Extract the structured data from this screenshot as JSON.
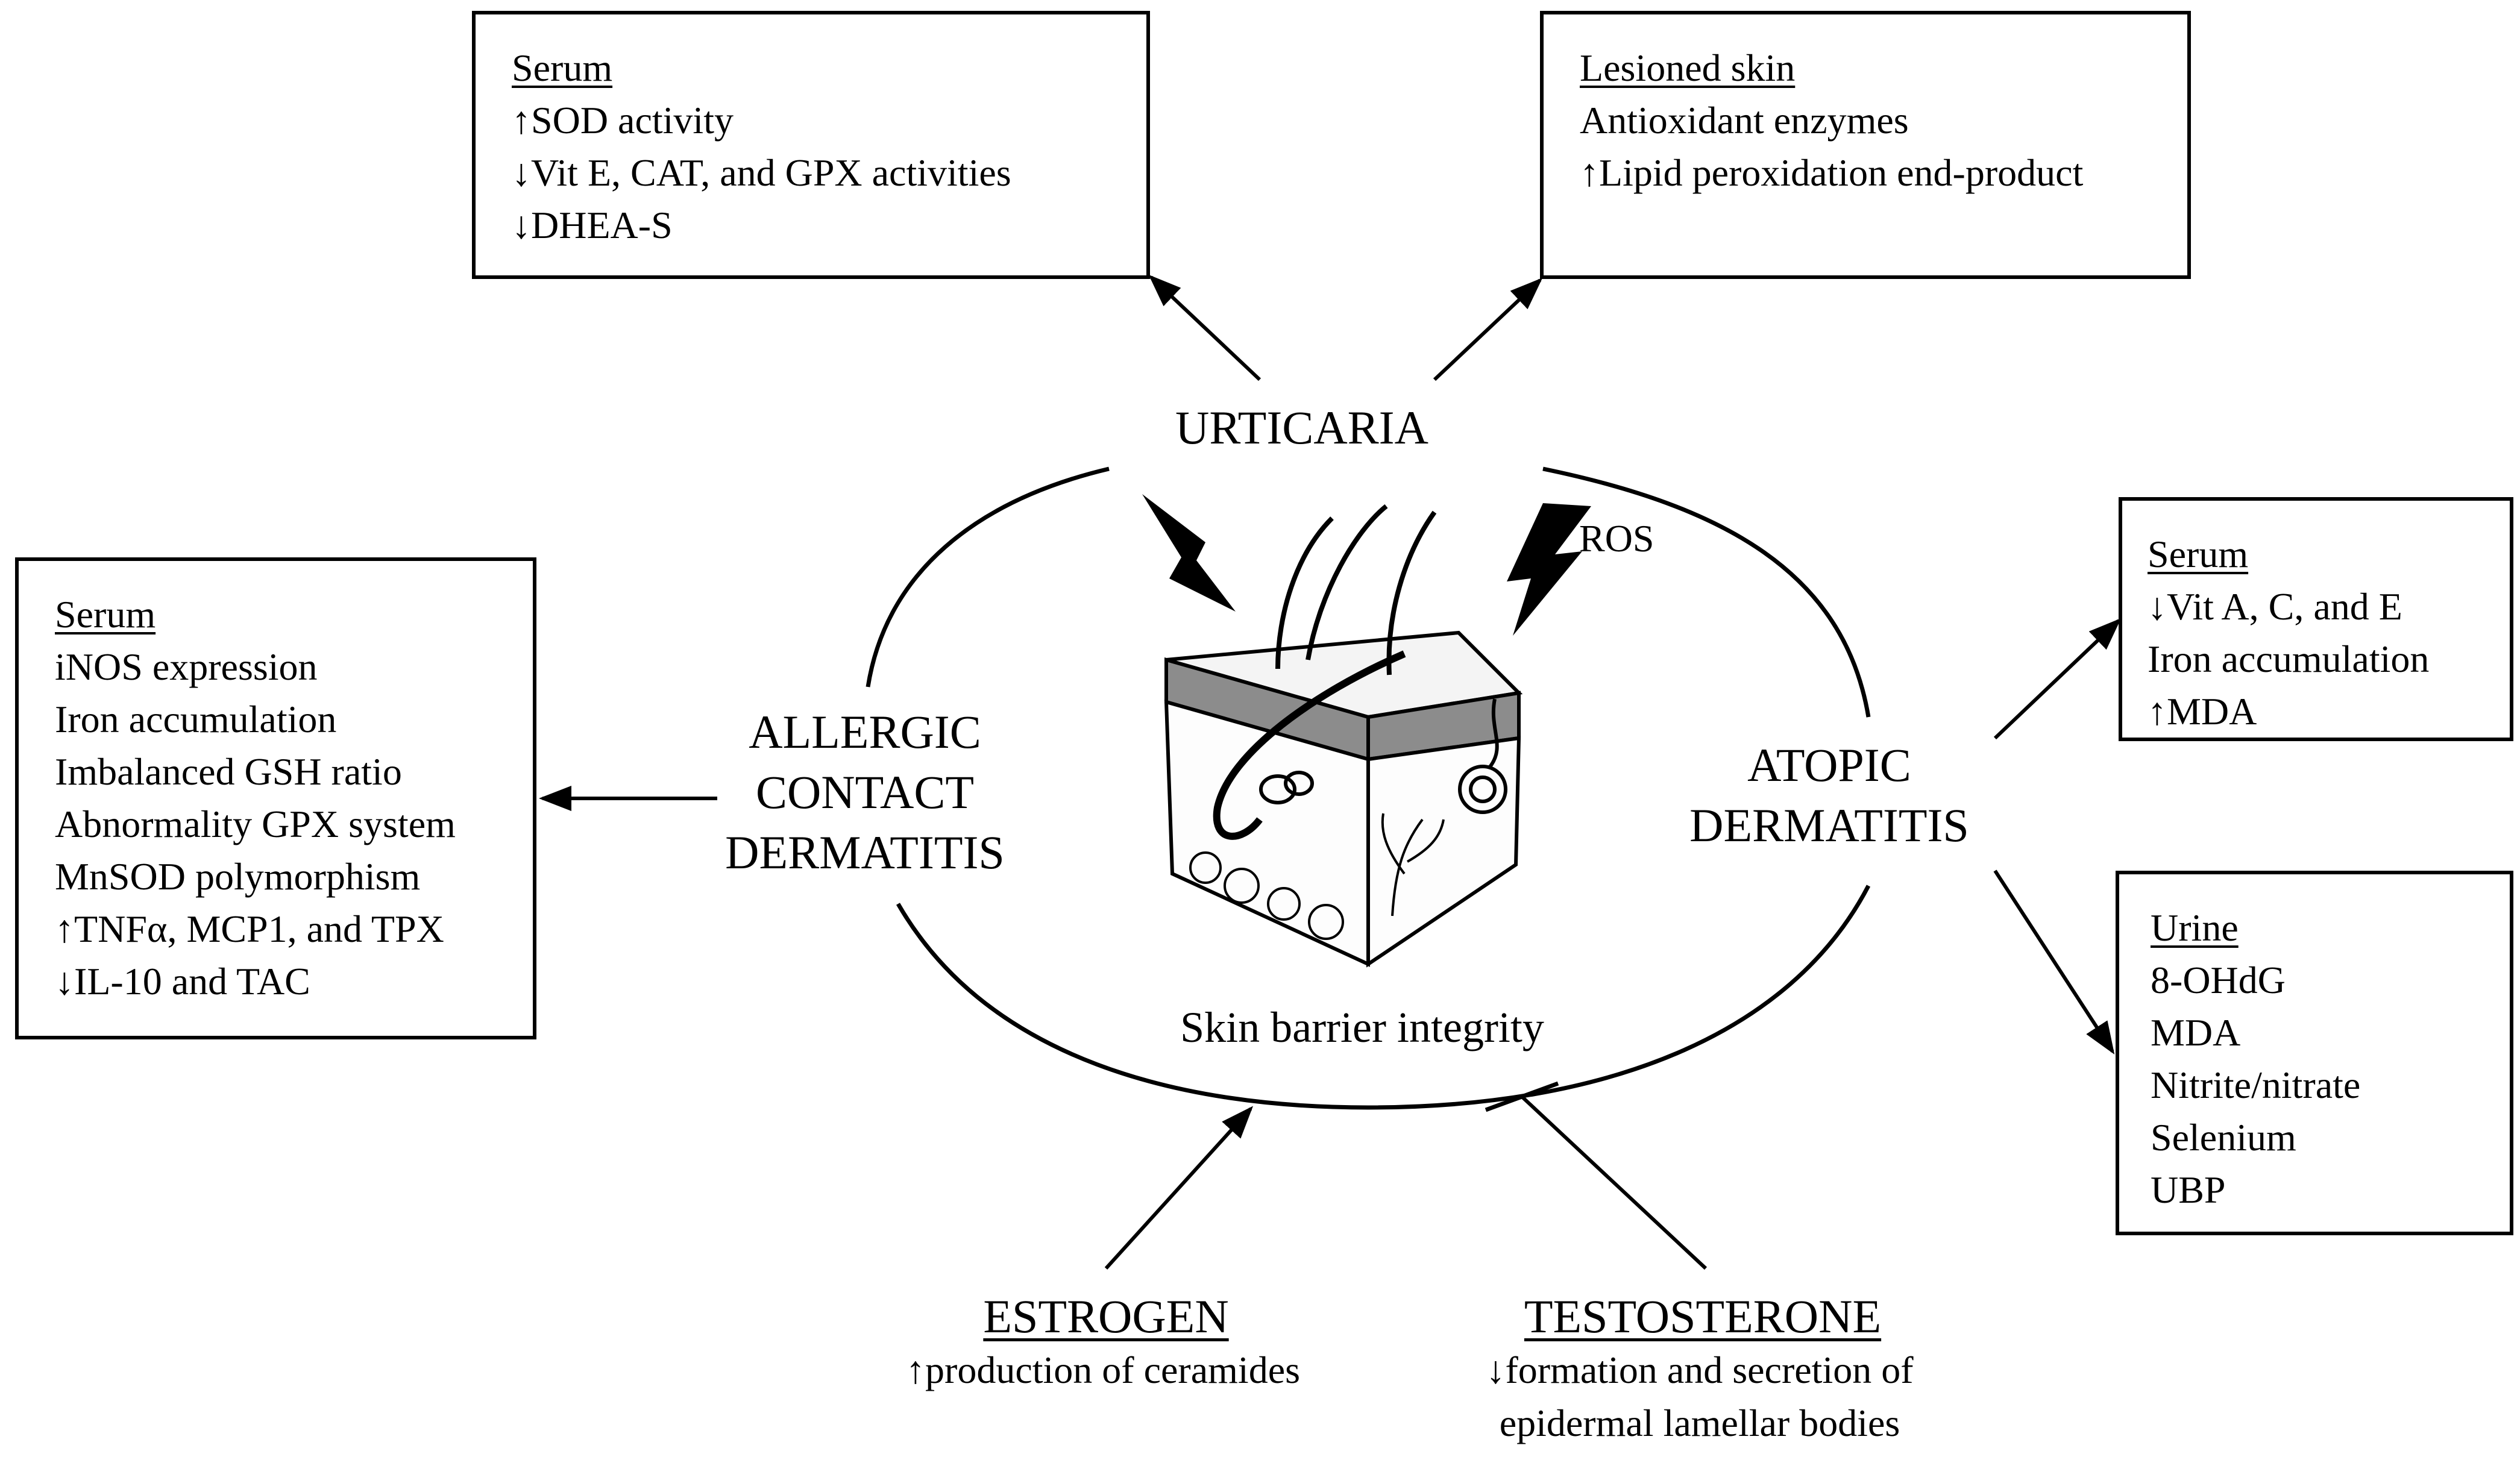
{
  "urticaria": {
    "label": "URTICARIA",
    "serum_box": {
      "header": "Serum",
      "lines": [
        "↑SOD activity",
        "↓Vit E, CAT, and GPX activities",
        "↓DHEA-S"
      ]
    },
    "skin_box": {
      "header": "Lesioned skin",
      "lines": [
        "Antioxidant enzymes",
        "↑Lipid peroxidation end-product"
      ]
    }
  },
  "acd": {
    "label_lines": [
      "ALLERGIC",
      "CONTACT",
      "DERMATITIS"
    ],
    "serum_box": {
      "header": "Serum",
      "lines": [
        "iNOS expression",
        "Iron accumulation",
        "Imbalanced GSH ratio",
        "Abnormality GPX system",
        "MnSOD polymorphism",
        "↑TNFα, MCP1, and TPX",
        "↓IL-10 and TAC"
      ]
    }
  },
  "ad": {
    "label_lines": [
      "ATOPIC",
      "DERMATITIS"
    ],
    "serum_box": {
      "header": "Serum",
      "lines": [
        "↓Vit A, C, and E",
        "Iron accumulation",
        "↑MDA"
      ]
    },
    "urine_box": {
      "header": "Urine",
      "lines": [
        "8-OHdG",
        "MDA",
        "Nitrite/nitrate",
        "Selenium",
        "UBP"
      ]
    }
  },
  "center": {
    "ros_label": "ROS",
    "caption": "Skin barrier integrity",
    "skin_icon": "skin-cross-section-illustration",
    "lightning_icon": "lightning-bolt-icon"
  },
  "estrogen": {
    "title": "ESTROGEN",
    "lines": [
      "↑production of ceramides"
    ]
  },
  "testosterone": {
    "title": "TESTOSTERONE",
    "lines": [
      "↓formation and secretion of",
      "epidermal lamellar bodies"
    ]
  }
}
